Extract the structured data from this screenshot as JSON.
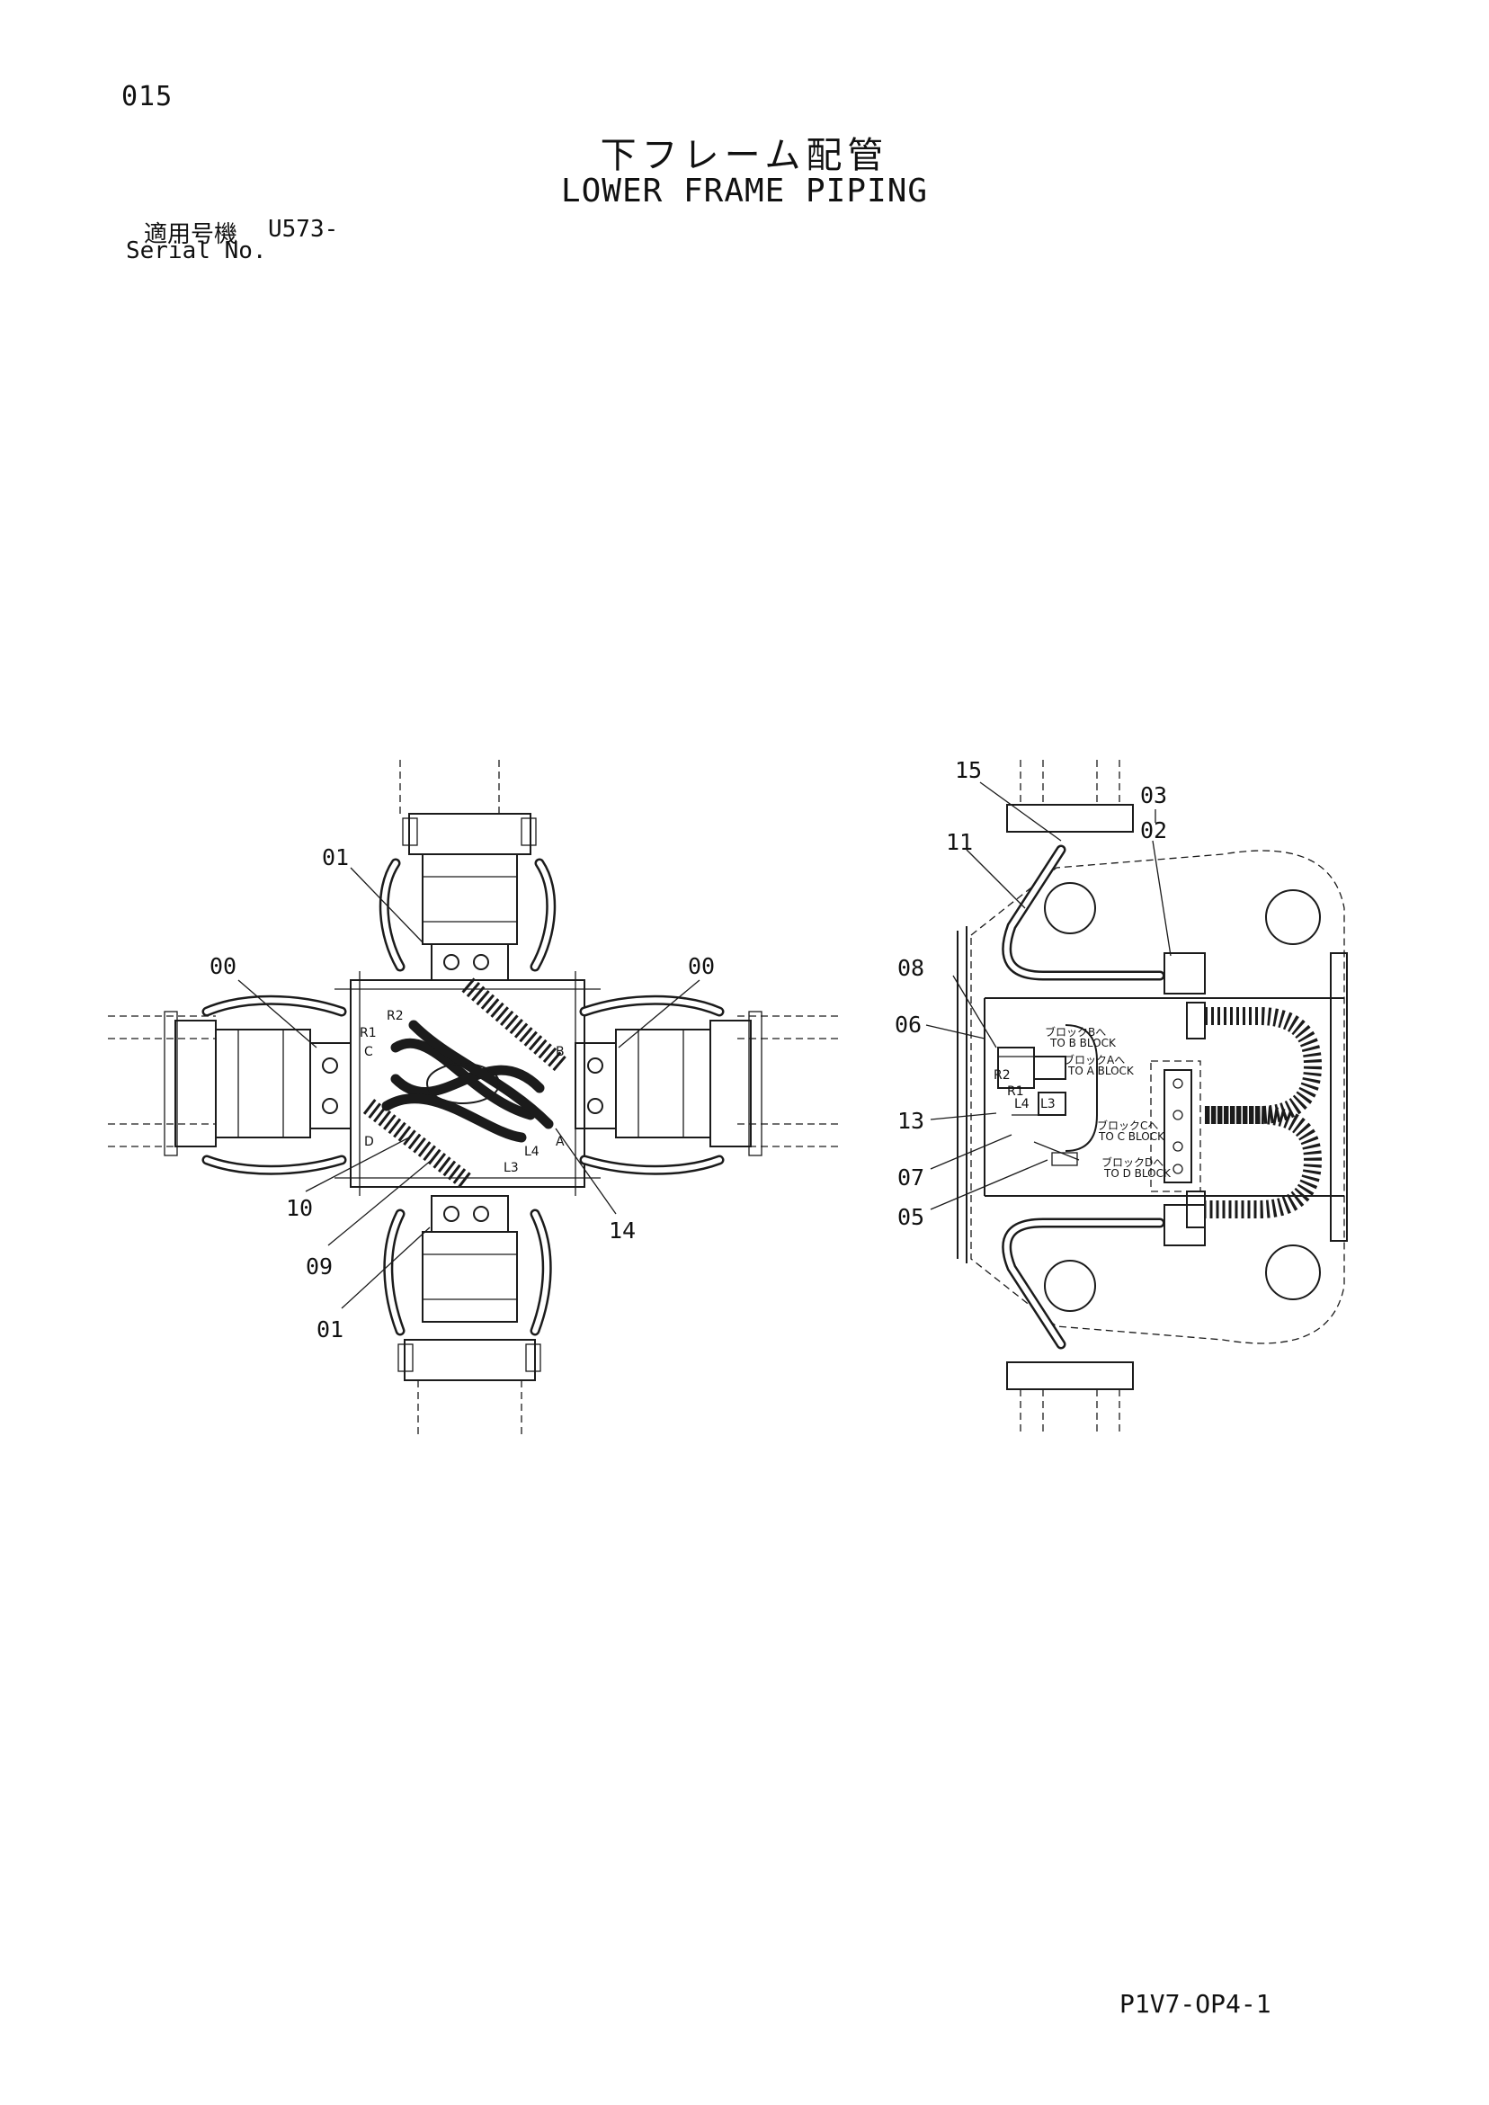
{
  "header": {
    "page_number": "015",
    "title_ja": "下フレーム配管",
    "title_en": "LOWER FRAME PIPING",
    "serial_label_ja": "適用号機",
    "serial_model": "U573-",
    "serial_label_en": "Serial No."
  },
  "footer": {
    "drawing_code": "P1V7-OP4-1"
  },
  "left_view": {
    "callouts": [
      "01",
      "00",
      "00",
      "10",
      "09",
      "01",
      "14"
    ],
    "ports": [
      "R2",
      "R1",
      "C",
      "B",
      "D",
      "A",
      "L4",
      "L3"
    ]
  },
  "right_view": {
    "callouts": [
      "15",
      "11",
      "03",
      "02",
      "08",
      "06",
      "13",
      "07",
      "05"
    ],
    "ports": [
      "R2",
      "R1",
      "L4",
      "L3"
    ],
    "notes": [
      "ブロックBへ",
      "TO B BLOCK",
      "ブロックAへ",
      "TO A BLOCK",
      "ブロックCへ",
      "TO C BLOCK",
      "ブロックDへ",
      "TO D BLOCK"
    ]
  }
}
